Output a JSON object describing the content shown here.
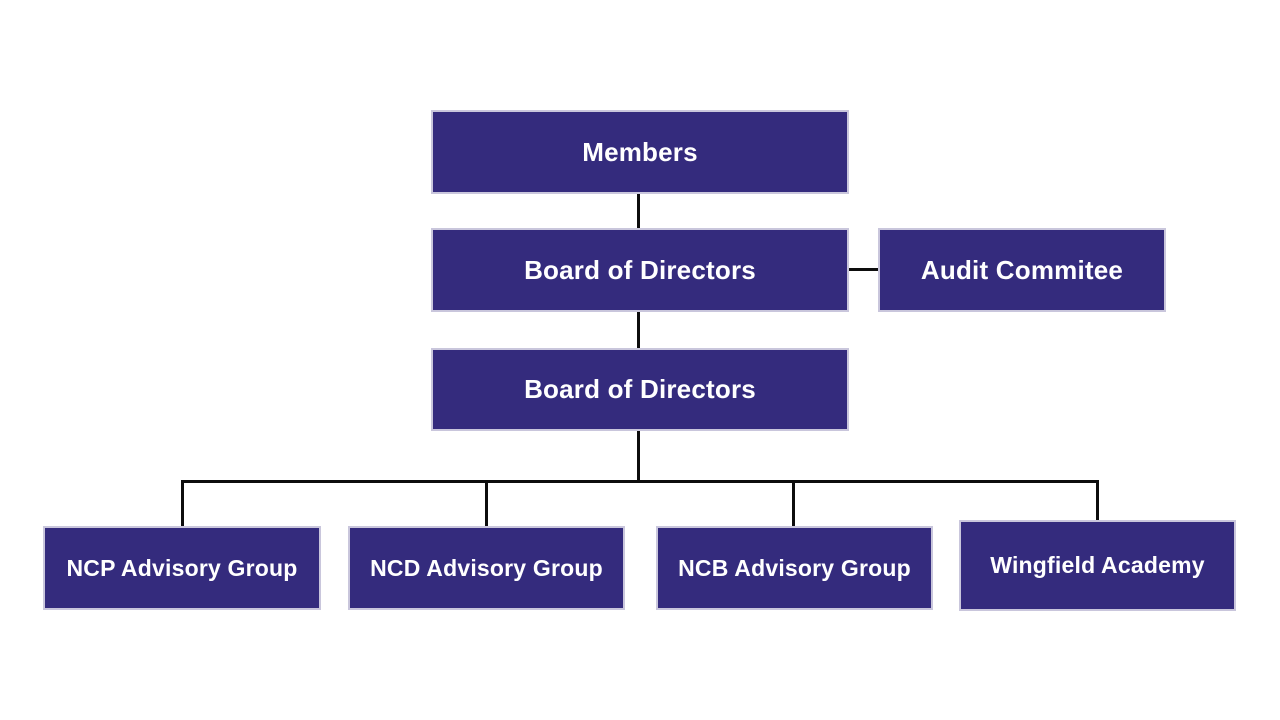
{
  "diagram": {
    "type": "org-chart",
    "background": "#FFFFFF",
    "colors": {
      "box_fill": "#342B7D",
      "box_border": "#C9C6DC",
      "line": "#0D0D0D",
      "text": "#FFFFFF"
    },
    "nodes": {
      "members": {
        "label": "Members"
      },
      "board_of_directors": {
        "label": "Board of Directors"
      },
      "audit_committee": {
        "label": "Audit Commitee"
      },
      "board_of_directors_2": {
        "label": "Board of Directors"
      },
      "ncp_advisory_group": {
        "label": "NCP Advisory Group"
      },
      "ncd_advisory_group": {
        "label": "NCD Advisory Group"
      },
      "ncb_advisory_group": {
        "label": "NCB Advisory Group"
      },
      "wingfield_academy": {
        "label": "Wingfield Academy"
      }
    },
    "edges": [
      {
        "from": "members",
        "to": "board_of_directors"
      },
      {
        "from": "board_of_directors",
        "to": "audit_committee"
      },
      {
        "from": "board_of_directors",
        "to": "board_of_directors_2"
      },
      {
        "from": "board_of_directors_2",
        "to": "ncp_advisory_group"
      },
      {
        "from": "board_of_directors_2",
        "to": "ncd_advisory_group"
      },
      {
        "from": "board_of_directors_2",
        "to": "ncb_advisory_group"
      },
      {
        "from": "board_of_directors_2",
        "to": "wingfield_academy"
      }
    ]
  }
}
